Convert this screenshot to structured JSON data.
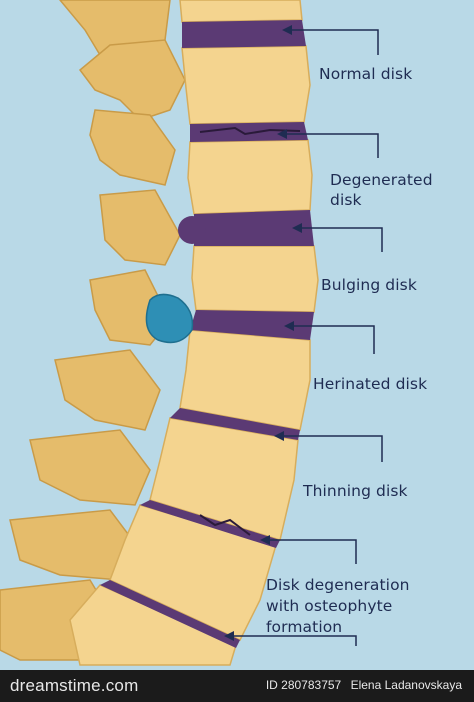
{
  "labels": {
    "normal": "Normal disk",
    "degenerated_1": "Degenerated",
    "degenerated_2": "disk",
    "bulging": "Bulging disk",
    "herniated": "Herinated disk",
    "thinning": "Thinning disk",
    "osteophyte_1": "Disk degeneration",
    "osteophyte_2": "with osteophyte",
    "osteophyte_3": "formation"
  },
  "footer": {
    "logo": "dreamstime.com",
    "id_text": "ID 280783757",
    "author": "Elena Ladanovskaya"
  },
  "colors": {
    "background": "#b9d9e7",
    "bone": "#f4d48f",
    "bone_dark": "#d7ad5c",
    "disk": "#5b3a74",
    "herniation": "#2e8fb5",
    "text": "#1f2c52",
    "footer": "#1b1b1b"
  }
}
